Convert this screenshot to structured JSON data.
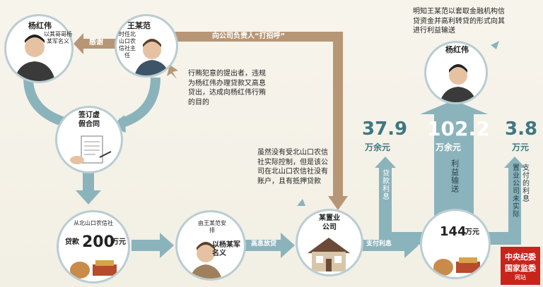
{
  "people": {
    "yang_top_left": {
      "name": "杨红伟",
      "role": "以其哥哥杨某军名义"
    },
    "wang": {
      "name": "王某范",
      "role": "时任北山口农信社主任"
    },
    "yang_right": {
      "name": "杨红伟"
    }
  },
  "contract": {
    "title": "签订虚假合同"
  },
  "loan": {
    "label_top": "从北山口农信社",
    "label_prefix": "贷款",
    "amount": "200",
    "unit": "万元"
  },
  "proxy": {
    "line1": "由王某范安排",
    "line2": "以杨某军名义"
  },
  "company": {
    "name": "某置业公司"
  },
  "flows": {
    "thank": "感谢",
    "greet": "向公司负责人“打招呼”",
    "high_interest": "高息放贷",
    "pay_interest": "支付利息"
  },
  "notes": {
    "wang_intent": "行贿犯意的提出者，违规为杨红伟办理贷款又高息贷出，达成向杨红伟行贿的目的",
    "company_note": "虽然没有受北山口农信社实际控制，但是该公司在北山口农信社没有账户，且有抵押贷款",
    "yang_note": "明知王某范以套取金融机构信贷资金并高利转贷的形式向其进行利益输送"
  },
  "figures": {
    "total": {
      "amount": "144",
      "unit": "万元"
    },
    "left": {
      "amount": "37.9",
      "unit": "万余元",
      "label": "贷款利息"
    },
    "center": {
      "amount": "102.2",
      "unit": "万余元",
      "label": "利益输送"
    },
    "right": {
      "amount": "3.8",
      "unit": "万元",
      "label_a": "支付的利息",
      "label_b": "置业公司未实际"
    }
  },
  "logo": {
    "line1": "中央纪委",
    "line2": "国家监委",
    "line3": "网站"
  },
  "colors": {
    "teal_arrow": "#8bb3bc",
    "brown_arrow": "#b79676",
    "big_number": "#3f7683",
    "logo_red": "#c9241c"
  }
}
